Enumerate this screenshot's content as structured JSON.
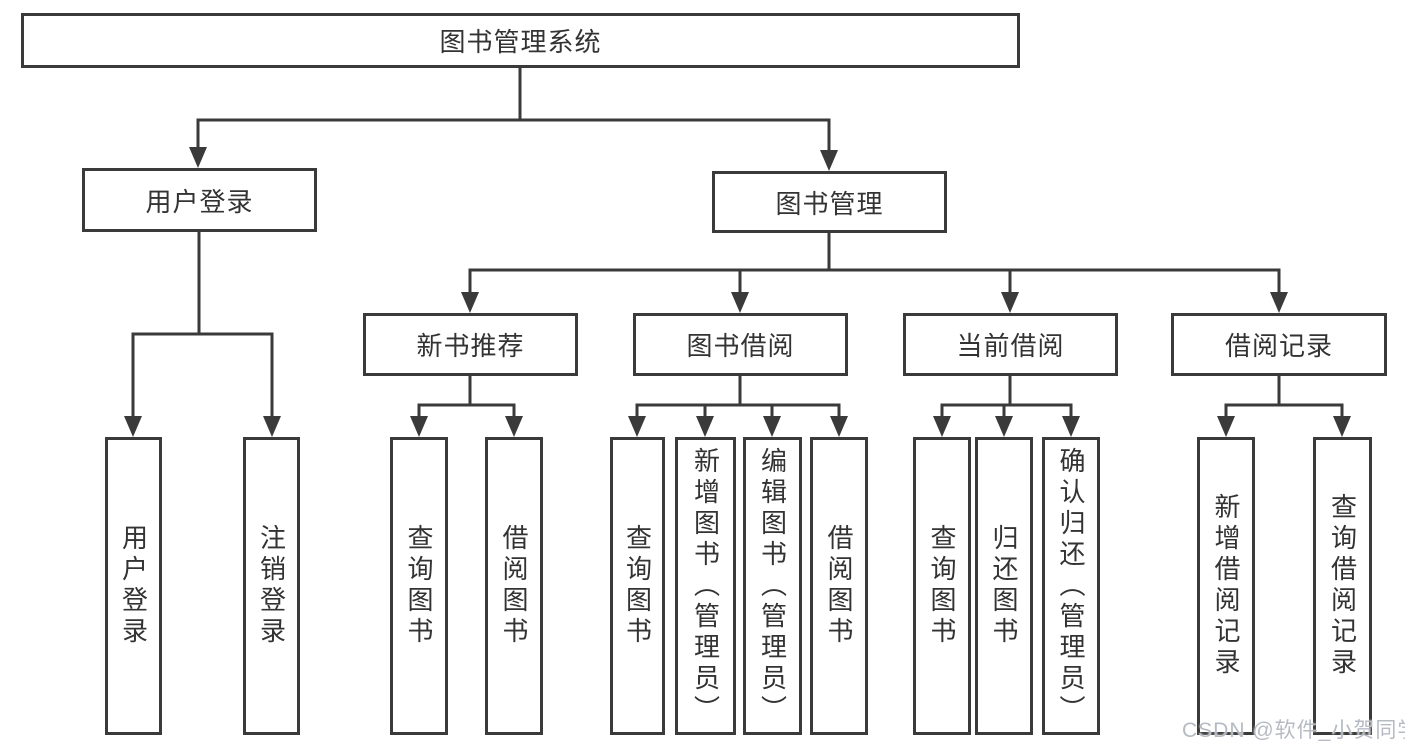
{
  "colors": {
    "line": "#3a3a3a",
    "box_border": "#3a3a3a",
    "text": "#333333",
    "background": "#ffffff",
    "watermark": "#b6bbc3"
  },
  "tree": {
    "root": {
      "label": "图书管理系统"
    },
    "level2": [
      {
        "label": "用户登录",
        "leaves": [
          {
            "label": "用户登录"
          },
          {
            "label": "注销登录"
          }
        ]
      },
      {
        "label": "图书管理",
        "groups": [
          {
            "label": "新书推荐",
            "leaves": [
              {
                "label": "查询图书"
              },
              {
                "label": "借阅图书"
              }
            ]
          },
          {
            "label": "图书借阅",
            "leaves": [
              {
                "label": "查询图书"
              },
              {
                "label": "新增图书（管理员）"
              },
              {
                "label": "编辑图书（管理员）"
              },
              {
                "label": "借阅图书"
              }
            ]
          },
          {
            "label": "当前借阅",
            "leaves": [
              {
                "label": "查询图书"
              },
              {
                "label": "归还图书"
              },
              {
                "label": "确认归还（管理员）"
              }
            ]
          },
          {
            "label": "借阅记录",
            "leaves": [
              {
                "label": "新增借阅记录"
              },
              {
                "label": "查询借阅记录"
              }
            ]
          }
        ]
      }
    ]
  },
  "watermark": {
    "text": "CSDN @软件_小贺同学"
  }
}
